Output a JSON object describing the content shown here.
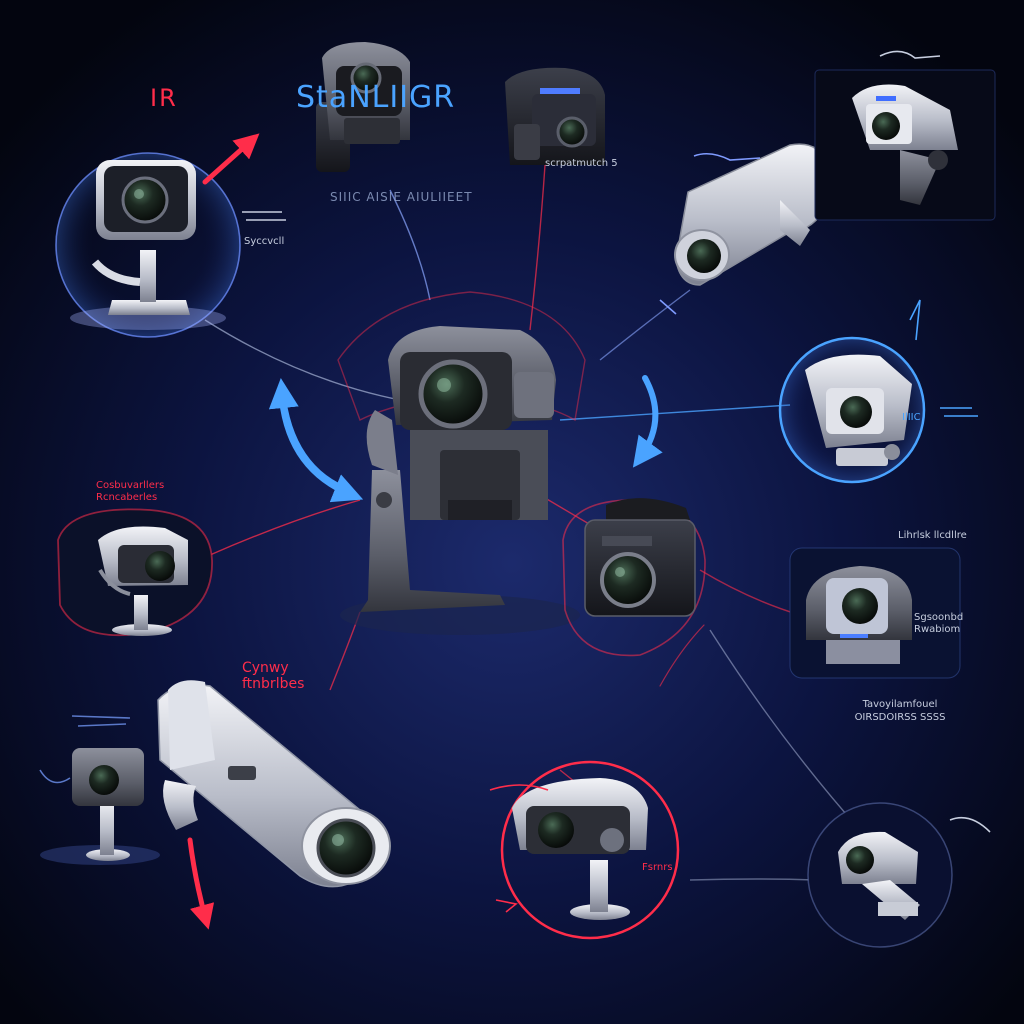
{
  "title": "StaNLIIGR",
  "ir_label": "IR",
  "subtitle": "SIIIC AISIE AIULIIEET",
  "annotations": {
    "top_center": "scrpatmutch 5",
    "left_small": "Syccvcll",
    "left_mid": "Cosbuvarllers Rcncaberles",
    "bottom_left": "Cynwy ftnbrlbes",
    "right_top": "Lihrlsk llcdllre",
    "right_side": "IlIIC",
    "right_mid": "Sgsoonbd Rwabiom",
    "right_lower": "Tavoyilamfouel OIRSDOIRSS SSSS",
    "bottom_center": "Fsrnrs"
  },
  "colors": {
    "background": "#050815",
    "accent_blue": "#4aa3ff",
    "accent_red": "#ff2d4a",
    "camera_body": "#c9ccd6"
  }
}
